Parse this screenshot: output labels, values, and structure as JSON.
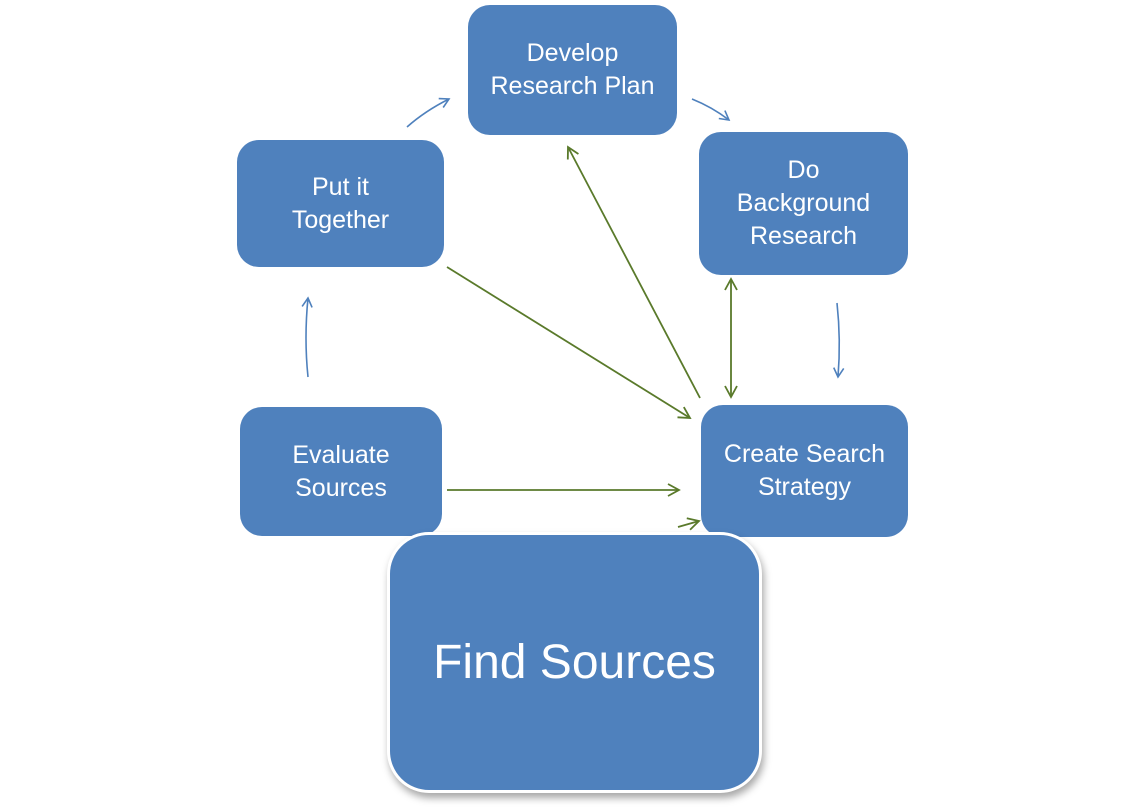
{
  "diagram": {
    "type": "research-process-cycle",
    "colors": {
      "box_fill": "#4f81bd",
      "box_text": "#ffffff",
      "cycle_arrow": "#4f81bd",
      "link_arrow": "#5a7a2b"
    },
    "nodes": [
      {
        "id": "plan",
        "label": "Develop\nResearch Plan"
      },
      {
        "id": "background",
        "label": "Do\nBackground\nResearch"
      },
      {
        "id": "create",
        "label": "Create Search\nStrategy"
      },
      {
        "id": "find",
        "label": "Find Sources"
      },
      {
        "id": "evaluate",
        "label": "Evaluate\nSources"
      },
      {
        "id": "put",
        "label": "Put it\nTogether"
      }
    ],
    "edges": [
      {
        "from": "put",
        "to": "plan",
        "style": "cycle"
      },
      {
        "from": "plan",
        "to": "background",
        "style": "cycle"
      },
      {
        "from": "background",
        "to": "create",
        "style": "cycle"
      },
      {
        "from": "evaluate",
        "to": "put",
        "style": "cycle"
      },
      {
        "from": "create",
        "to": "plan",
        "style": "link"
      },
      {
        "from": "put",
        "to": "create",
        "style": "link"
      },
      {
        "from": "background",
        "to": "create",
        "style": "link-bidirectional"
      },
      {
        "from": "evaluate",
        "to": "create",
        "style": "link"
      },
      {
        "from": "find",
        "to": "create",
        "style": "link"
      }
    ]
  }
}
